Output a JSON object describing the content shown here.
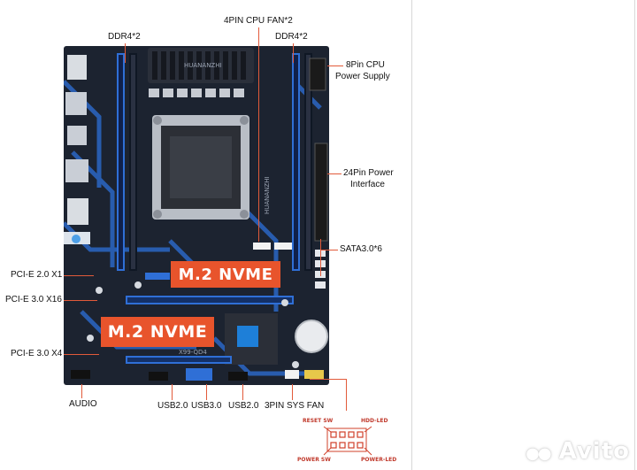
{
  "labels": {
    "ddr4_left": "DDR4*2",
    "cpu_fan": "4PIN CPU FAN*2",
    "ddr4_right": "DDR4*2",
    "cpu_power_line1": "8Pin CPU",
    "cpu_power_line2": "Power Supply",
    "atx_power_line1": "24Pin Power",
    "atx_power_line2": "Interface",
    "sata": "SATA3.0*6",
    "pcie_x1": "PCI-E 2.0 X1",
    "pcie_x16": "PCI-E 3.0 X16",
    "pcie_x4": "PCI-E 3.0 X4",
    "audio": "AUDIO",
    "usb2_left": "USB2.0",
    "usb3": "USB3.0",
    "usb2_right": "USB2.0",
    "sys_fan": "3PIN SYS FAN"
  },
  "badges": {
    "nvme_top": "M.2 NVME",
    "nvme_bottom": "M.2 NVME"
  },
  "board_text": {
    "brand": "HUANANZHI",
    "brand_vertical": "HUANANZHI",
    "model": "X99-QD4"
  },
  "front_panel": {
    "reset": "RESET SW",
    "hdd": "HDD-LED",
    "power_sw": "POWER SW",
    "power_led": "POWER-LED"
  },
  "watermark": "Avito",
  "colors": {
    "accent": "#e8542c",
    "board": "#1c2330",
    "slot_blue": "#2f6fd6",
    "leader": "#e25a3a"
  }
}
